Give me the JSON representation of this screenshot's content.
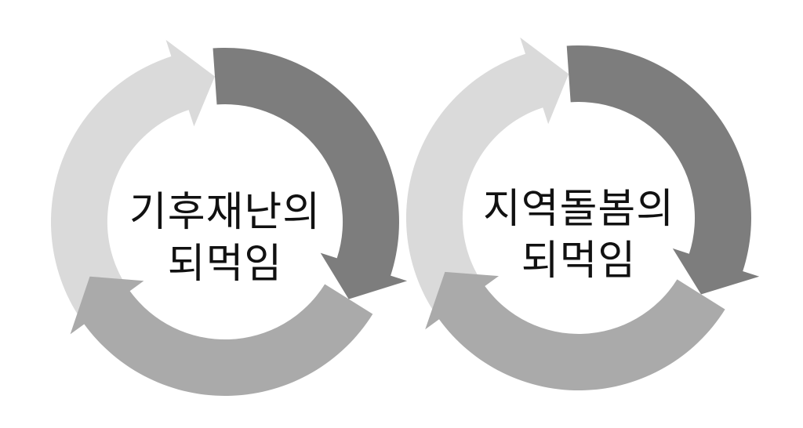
{
  "cycles": [
    {
      "line1": "기후재난의",
      "line2": "되먹임",
      "arrow_colors": [
        "#dadada",
        "#7d7d7d",
        "#aaaaaa"
      ]
    },
    {
      "line1": "지역돌봄의",
      "line2": "되먹임",
      "arrow_colors": [
        "#dadada",
        "#7d7d7d",
        "#aaaaaa"
      ]
    }
  ]
}
